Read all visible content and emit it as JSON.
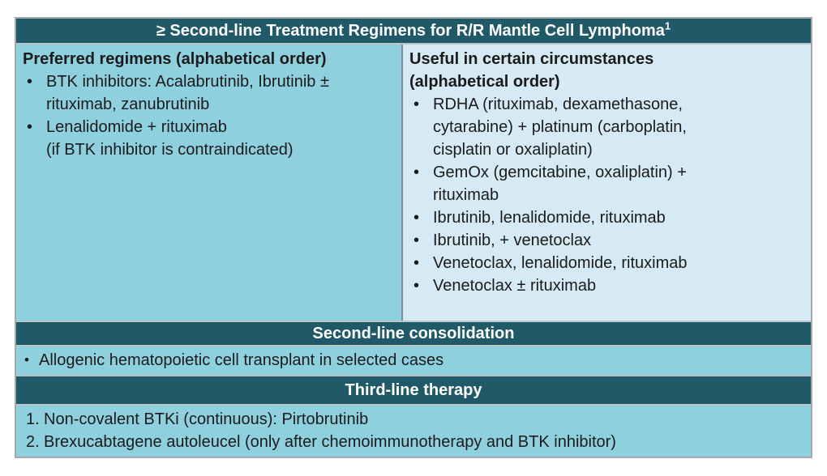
{
  "table": {
    "title": "≥ Second-line Treatment Regimens for R/R Mantle Cell Lymphoma",
    "title_superscript": "1",
    "columns": {
      "left": {
        "header": "Preferred regimens (alphabetical order)",
        "items": [
          "BTK inhibitors: Acalabrutinib, Ibrutinib ±\nrituximab, zanubrutinib",
          "Lenalidomide + rituximab\n(if BTK inhibitor is contraindicated)"
        ]
      },
      "right": {
        "header": "Useful in certain circumstances\n(alphabetical order)",
        "items": [
          "RDHA (rituximab, dexamethasone,\ncytarabine) + platinum (carboplatin,\ncisplatin or oxaliplatin)",
          "GemOx (gemcitabine, oxaliplatin) +\nrituximab",
          "Ibrutinib, lenalidomide, rituximab",
          "Ibrutinib, + venetoclax",
          "Venetoclax, lenalidomide, rituximab",
          "Venetoclax ± rituximab"
        ]
      }
    },
    "consolidation": {
      "header": "Second-line consolidation",
      "items": [
        "Allogenic hematopoietic cell transplant in selected cases"
      ]
    },
    "third_line": {
      "header": "Third-line therapy",
      "items": [
        {
          "num": "1.",
          "text": "Non-covalent BTKi (continuous): Pirtobrutinib"
        },
        {
          "num": "2.",
          "text": "Brexucabtagene autoleucel (only after chemoimmunotherapy and BTK inhibitor)"
        }
      ]
    }
  },
  "icons": {
    "bullet": "•"
  },
  "colors": {
    "band_background": "#205A68",
    "cell_medium_blue": "#8FD0DE",
    "cell_pale_blue": "#D6EAF5",
    "band_text": "#FFFFFF",
    "body_text": "#1B1B1B",
    "outer_border": "#A3A8AB",
    "row_divider": "#B9C5C9",
    "column_divider": "#7E9097"
  }
}
